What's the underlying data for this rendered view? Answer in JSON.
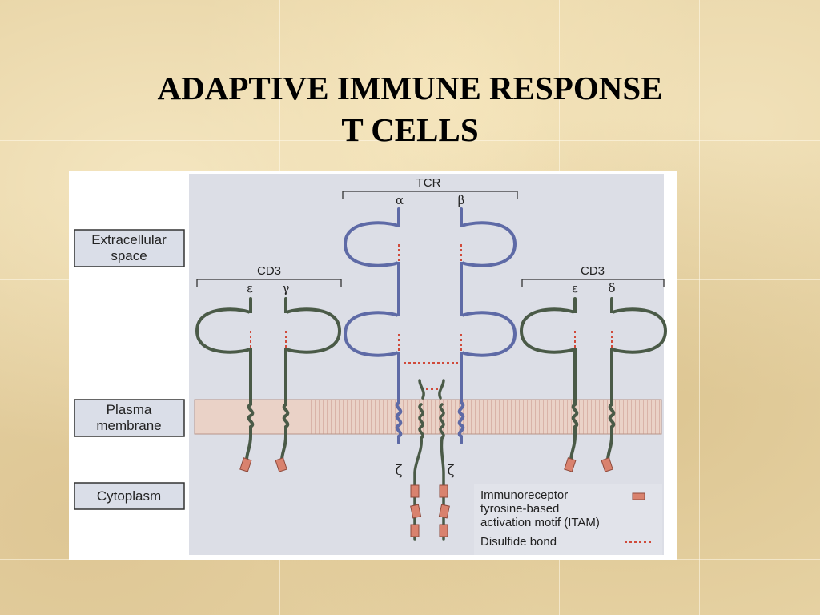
{
  "title": {
    "line1": "ADAPTIVE IMMUNE RESPONSE",
    "line2": "T CELLS"
  },
  "diagram": {
    "regions": {
      "extracellular": [
        "Extracellular",
        "space"
      ],
      "membrane": [
        "Plasma",
        "membrane"
      ],
      "cytoplasm": [
        "Cytoplasm"
      ]
    },
    "tcr": {
      "label": "TCR",
      "alpha": "α",
      "beta": "β"
    },
    "cd3_left": {
      "label": "CD3",
      "chain1": "ε",
      "chain2": "γ"
    },
    "cd3_right": {
      "label": "CD3",
      "chain1": "ε",
      "chain2": "δ"
    },
    "zeta": {
      "left": "ζ",
      "right": "ζ"
    },
    "legend": {
      "itam_lines": [
        "Immunoreceptor",
        "tyrosine-based",
        "activation motif (ITAM)"
      ],
      "disulfide": "Disulfide bond"
    },
    "colors": {
      "tcr_chain": "#5e6aa6",
      "cd3_chain": "#4a5a47",
      "itam": "#d9826e",
      "disulfide": "#d04a3a",
      "membrane": "#e9cfc4",
      "panel": "#dcdee6",
      "label_box": "#dadee8"
    }
  }
}
